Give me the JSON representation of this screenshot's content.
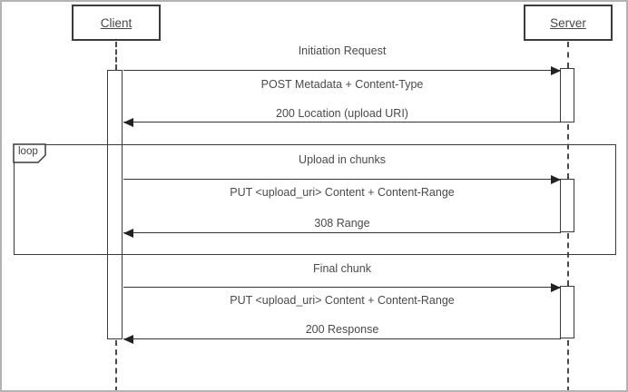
{
  "colors": {
    "line": "#3a3a3a",
    "text": "#4a4a4a",
    "background": "#ffffff",
    "outer_border": "#b3b3b3"
  },
  "diagram": {
    "type": "uml-sequence",
    "actors": [
      {
        "name": "Client"
      },
      {
        "name": "Server"
      }
    ],
    "loop": {
      "label": "loop"
    },
    "groups": [
      {
        "title": "Initiation Request",
        "request": "POST Metadata + Content-Type",
        "response": "200 Location (upload URI)"
      },
      {
        "title": "Upload in chunks",
        "request": "PUT <upload_uri> Content + Content-Range",
        "response": "308 Range"
      },
      {
        "title": "Final chunk",
        "request": "PUT <upload_uri> Content + Content-Range",
        "response": "200 Response"
      }
    ]
  }
}
